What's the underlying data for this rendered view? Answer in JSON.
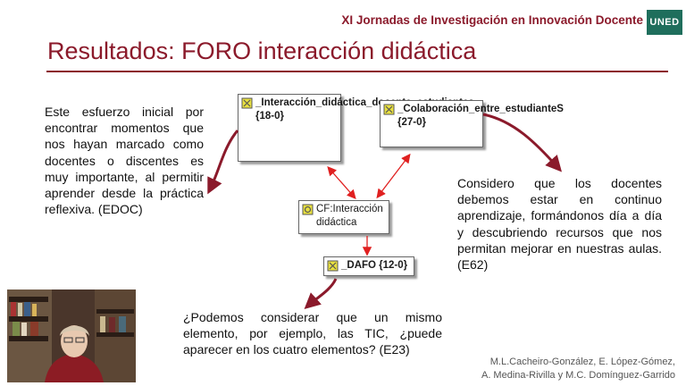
{
  "header": {
    "event_title": "XI Jornadas de Investigación en Innovación Docente",
    "logo_text": "UNED"
  },
  "slide": {
    "title": "Resultados: FORO interacción didáctica",
    "quotes": [
      "Este esfuerzo inicial por encontrar momentos que nos hayan marcado como docentes o discentes es muy importante, al permitir aprender desde la práctica reflexiva. (EDOC)",
      "Considero que los docentes debemos estar en continuo aprendizaje, formándonos día a día y descubriendo recursos que nos permitan mejorar en nuestras aulas. (E62)",
      "¿Podemos considerar que un mismo elemento, por ejemplo, las TIC, ¿puede aparecer en los cuatro elementos? (E23)"
    ],
    "nodes": [
      "_Interacción_didáctica_docente_estudiantes {18-0}",
      "_Colaboración_entre_estudianteS {27-0}",
      "CF:Interacción didáctica",
      "_DAFO {12-0}"
    ],
    "credits": [
      "M.L.Cacheiro-González, E. López-Gómez,",
      "A. Medina-Rivilla y M.C. Domínguez-Garrido"
    ]
  },
  "colors": {
    "accent": "#8b1a2b",
    "logo_bg": "#1f6e5c",
    "arrow_red": "#e02020"
  }
}
